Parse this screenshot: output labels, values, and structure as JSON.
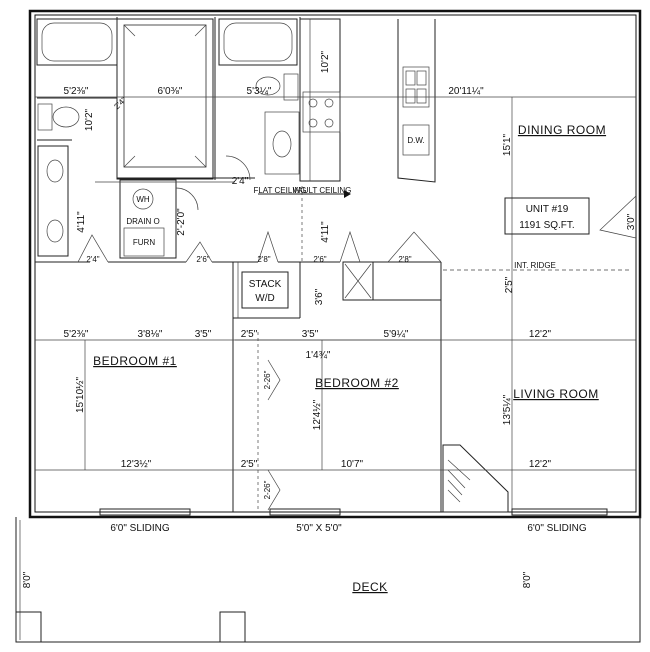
{
  "rooms": {
    "dining": "DINING ROOM",
    "bedroom1": "BEDROOM #1",
    "bedroom2": "BEDROOM #2",
    "living": "LIVING ROOM",
    "deck": "DECK"
  },
  "unit": {
    "name": "UNIT #19",
    "area": "1191 SQ.FT."
  },
  "labels": {
    "dw": "D.W.",
    "flat_ceiling": "FLAT CEILING",
    "vault_ceiling": "VAULT CEILING",
    "drain": "DRAIN O",
    "wh": "WH",
    "furn": "FURN",
    "stack_line1": "STACK",
    "stack_line2": "W/D",
    "int_ridge": "INT. RIDGE",
    "sliding_left": "6'0\" SLIDING",
    "sliding_right": "6'0\" SLIDING",
    "window_5x5": "5'0\" X 5'0\""
  },
  "dimensions": {
    "d_5_2_top": "5'2⅜\"",
    "d_6_0": "6'0⅜\"",
    "d_5_3": "5'3¼\"",
    "d_20_11": "20'11¼\"",
    "d_10_2_left": "10'2\"",
    "d_10_2_mid": "10'2\"",
    "d_2_4a": "2'4\"",
    "d_2_4b": "2'4\"",
    "d_15_1": "15'1\"",
    "d_4_11_left": "4'11\"",
    "d_2_0": "2'-2'0\"",
    "d_4_11_mid": "4'11\"",
    "d_3_0": "3'0\"",
    "d_2_4c": "2'4\"",
    "d_2_6a": "2'6\"",
    "d_2_8a": "2'8\"",
    "d_2_6b": "2'6\"",
    "d_2_8b": "2'8\"",
    "d_2_5": "2'5\"",
    "d_3_6": "3'6\"",
    "d_5_2_mid": "5'2⅜\"",
    "d_3_8": "3'8⅛\"",
    "d_3_5a": "3'5\"",
    "d_2_5b": "2'5\"",
    "d_3_5b": "3'5\"",
    "d_5_9": "5'9¼\"",
    "d_12_2a": "12'2\"",
    "d_1_4": "1'4¾\"",
    "d_15_10": "15'10½\"",
    "d_2_26": "2-26\"",
    "d_12_4": "12'4½\"",
    "d_13_5": "13'5¼\"",
    "d_12_3": "12'3½\"",
    "d_2_5c": "2'5\"",
    "d_10_7": "10'7\"",
    "d_12_2b": "12'2\"",
    "d_2_26b": "2-26\"",
    "d_8_0a": "8'0\"",
    "d_8_0b": "8'0\""
  }
}
